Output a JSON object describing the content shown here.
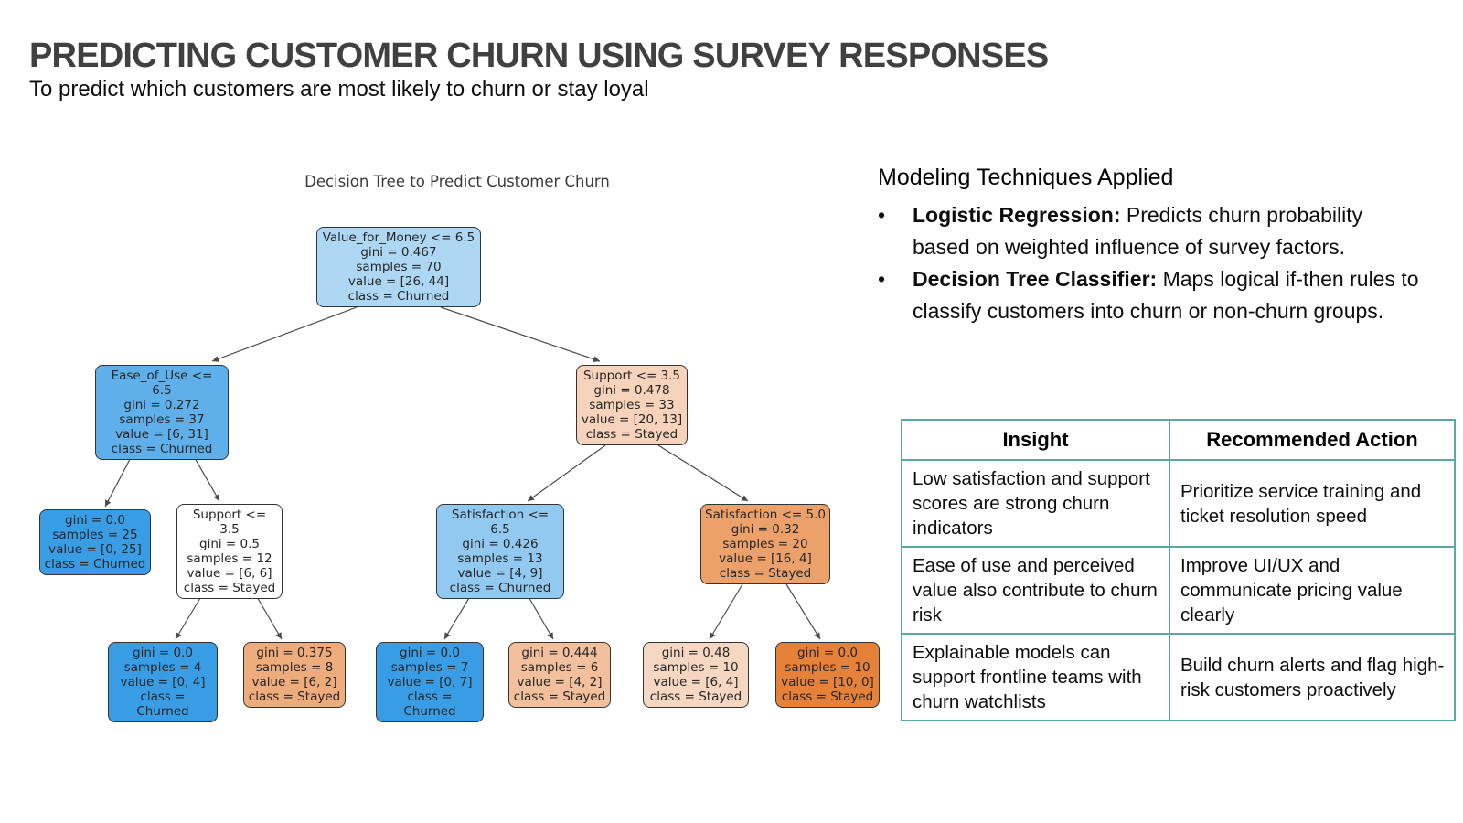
{
  "slide": {
    "title": "PREDICTING CUSTOMER CHURN USING SURVEY RESPONSES",
    "subtitle": "To predict which customers are most likely to churn or stay loyal"
  },
  "tree": {
    "title": "Decision Tree to Predict Customer Churn",
    "class_colors": {
      "pure_churned_blue": "#399de5",
      "pure_stayed_orange": "#e58139"
    },
    "nodes": [
      {
        "fill": "#aed7f4",
        "lines": [
          "Value_for_Money <= 6.5",
          "gini = 0.467",
          "samples = 70",
          "value = [26, 44]",
          "class = Churned"
        ]
      },
      {
        "fill": "#5fb0ea",
        "lines": [
          "Ease_of_Use <= 6.5",
          "gini = 0.272",
          "samples = 37",
          "value = [6, 31]",
          "class = Churned"
        ]
      },
      {
        "fill": "#f6d3ba",
        "lines": [
          "Support <= 3.5",
          "gini = 0.478",
          "samples = 33",
          "value = [20, 13]",
          "class = Stayed"
        ]
      },
      {
        "fill": "#399de5",
        "lines": [
          "gini = 0.0",
          "samples = 25",
          "value = [0, 25]",
          "class = Churned"
        ]
      },
      {
        "fill": "#ffffff",
        "lines": [
          "Support <= 3.5",
          "gini = 0.5",
          "samples = 12",
          "value = [6, 6]",
          "class = Stayed"
        ]
      },
      {
        "fill": "#91c9f1",
        "lines": [
          "Satisfaction <= 6.5",
          "gini = 0.426",
          "samples = 13",
          "value = [4, 9]",
          "class = Churned"
        ]
      },
      {
        "fill": "#eca16b",
        "lines": [
          "Satisfaction <= 5.0",
          "gini = 0.32",
          "samples = 20",
          "value = [16, 4]",
          "class = Stayed"
        ]
      },
      {
        "fill": "#399de5",
        "lines": [
          "gini = 0.0",
          "samples = 4",
          "value = [0, 4]",
          "class = Churned"
        ]
      },
      {
        "fill": "#eeab7b",
        "lines": [
          "gini = 0.375",
          "samples = 8",
          "value = [6, 2]",
          "class = Stayed"
        ]
      },
      {
        "fill": "#399de5",
        "lines": [
          "gini = 0.0",
          "samples = 7",
          "value = [0, 7]",
          "class = Churned"
        ]
      },
      {
        "fill": "#f2c09c",
        "lines": [
          "gini = 0.444",
          "samples = 6",
          "value = [4, 2]",
          "class = Stayed"
        ]
      },
      {
        "fill": "#f6d8c2",
        "lines": [
          "gini = 0.48",
          "samples = 10",
          "value = [6, 4]",
          "class = Stayed"
        ]
      },
      {
        "fill": "#e58139",
        "lines": [
          "gini = 0.0",
          "samples = 10",
          "value = [10, 0]",
          "class = Stayed"
        ]
      }
    ]
  },
  "panel": {
    "heading": "Modeling Techniques Applied",
    "bullet_char": "•",
    "bullets": [
      {
        "term": "Logistic Regression:",
        "desc": " Predicts churn probability based on weighted influence of survey factors."
      },
      {
        "term": "Decision Tree Classifier:",
        "desc": " Maps logical if-then rules to classify customers into churn or non-churn groups."
      }
    ],
    "table": {
      "border_color": "#5aa7a4",
      "headers": [
        "Insight",
        "Recommended Action"
      ],
      "rows": [
        [
          "Low satisfaction and support scores are strong churn indicators",
          "Prioritize service training and ticket resolution speed"
        ],
        [
          "Ease of use and perceived value also contribute to churn risk",
          "Improve UI/UX and communicate pricing value clearly"
        ],
        [
          "Explainable models can support frontline teams with churn watchlists",
          "Build churn alerts and flag high-risk customers proactively"
        ]
      ]
    }
  }
}
